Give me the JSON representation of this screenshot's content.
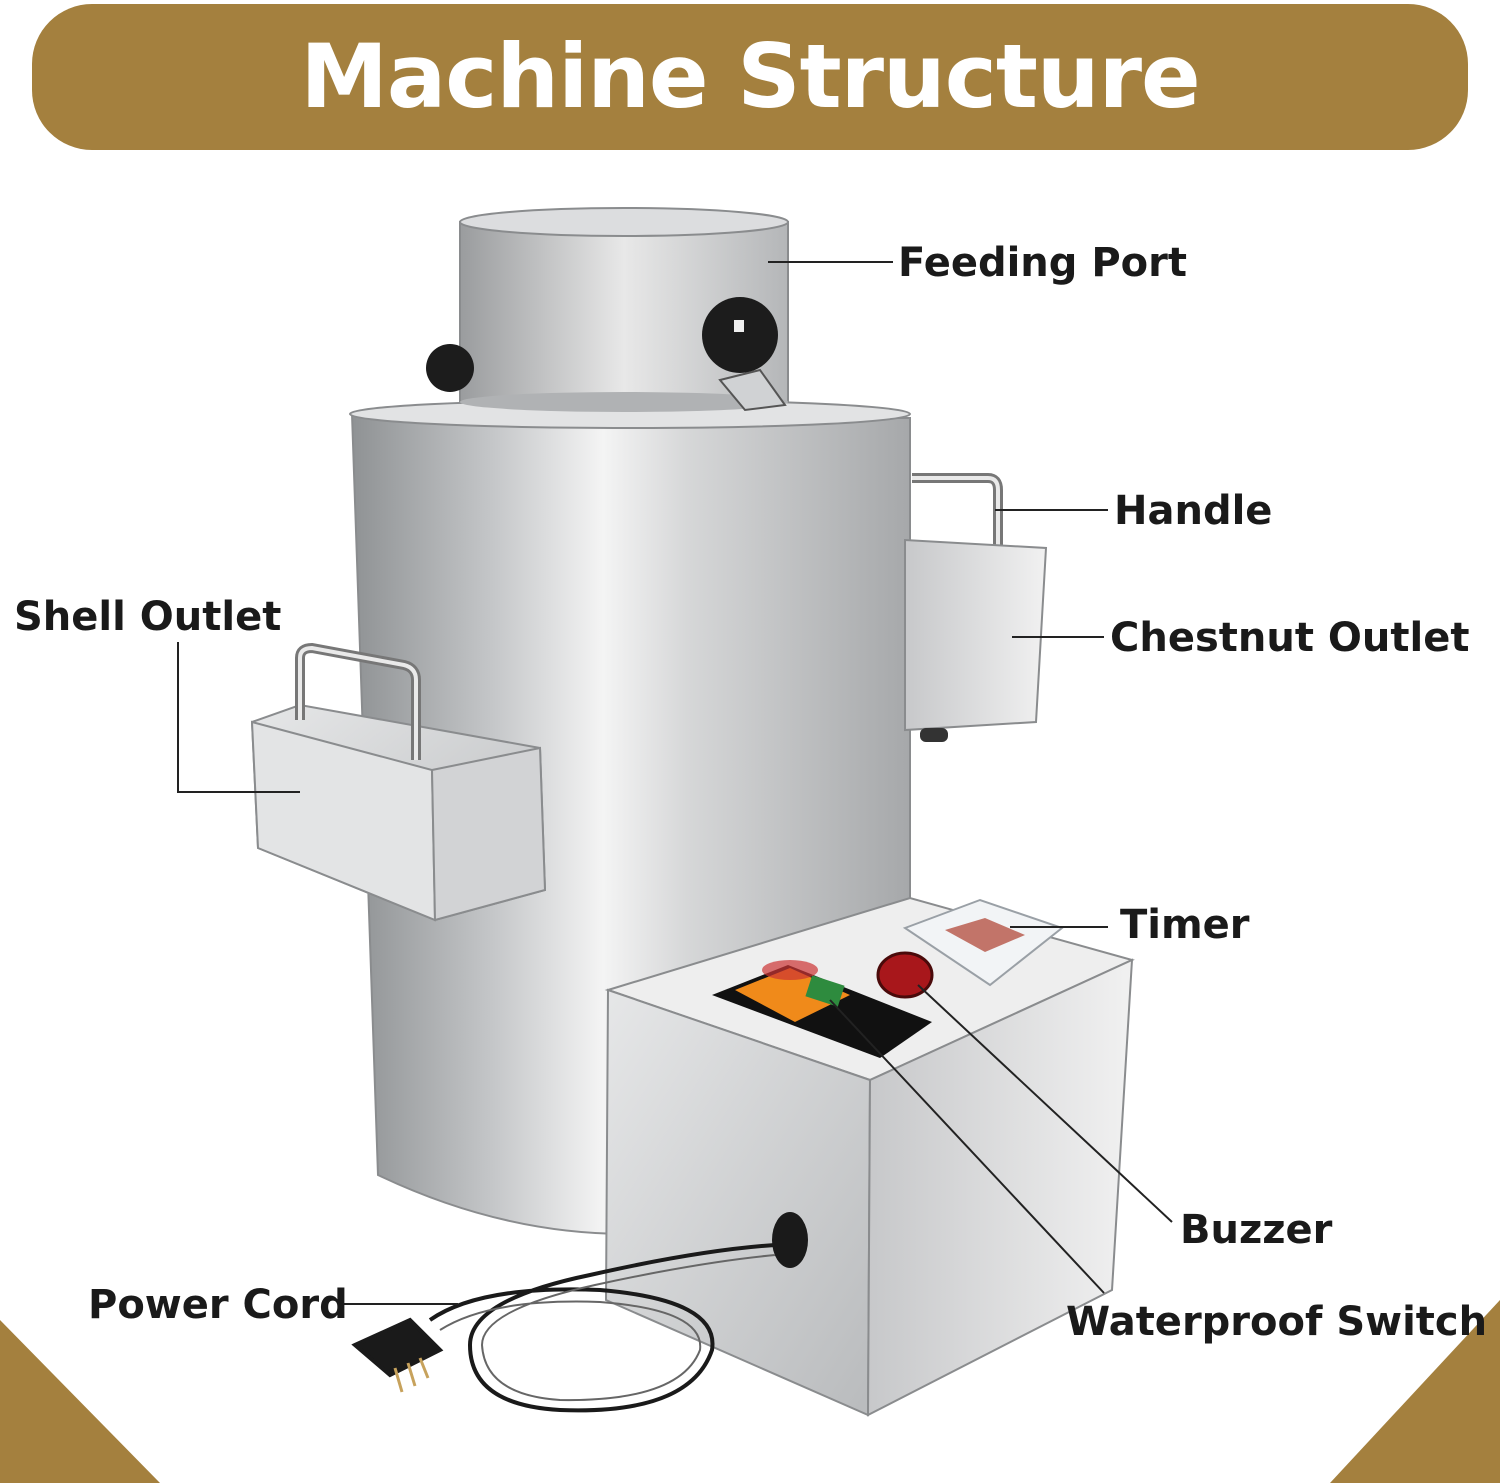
{
  "title": "Machine Structure",
  "colors": {
    "banner": "#a4803e",
    "text": "#1a1a1a",
    "steel": "#c9cbcd"
  },
  "labels": {
    "feeding_port": "Feeding Port",
    "handle": "Handle",
    "chestnut_outlet": "Chestnut Outlet",
    "shell_outlet": "Shell Outlet",
    "timer": "Timer",
    "buzzer": "Buzzer",
    "waterproof_switch": "Waterproof Switch",
    "power_cord": "Power Cord"
  }
}
